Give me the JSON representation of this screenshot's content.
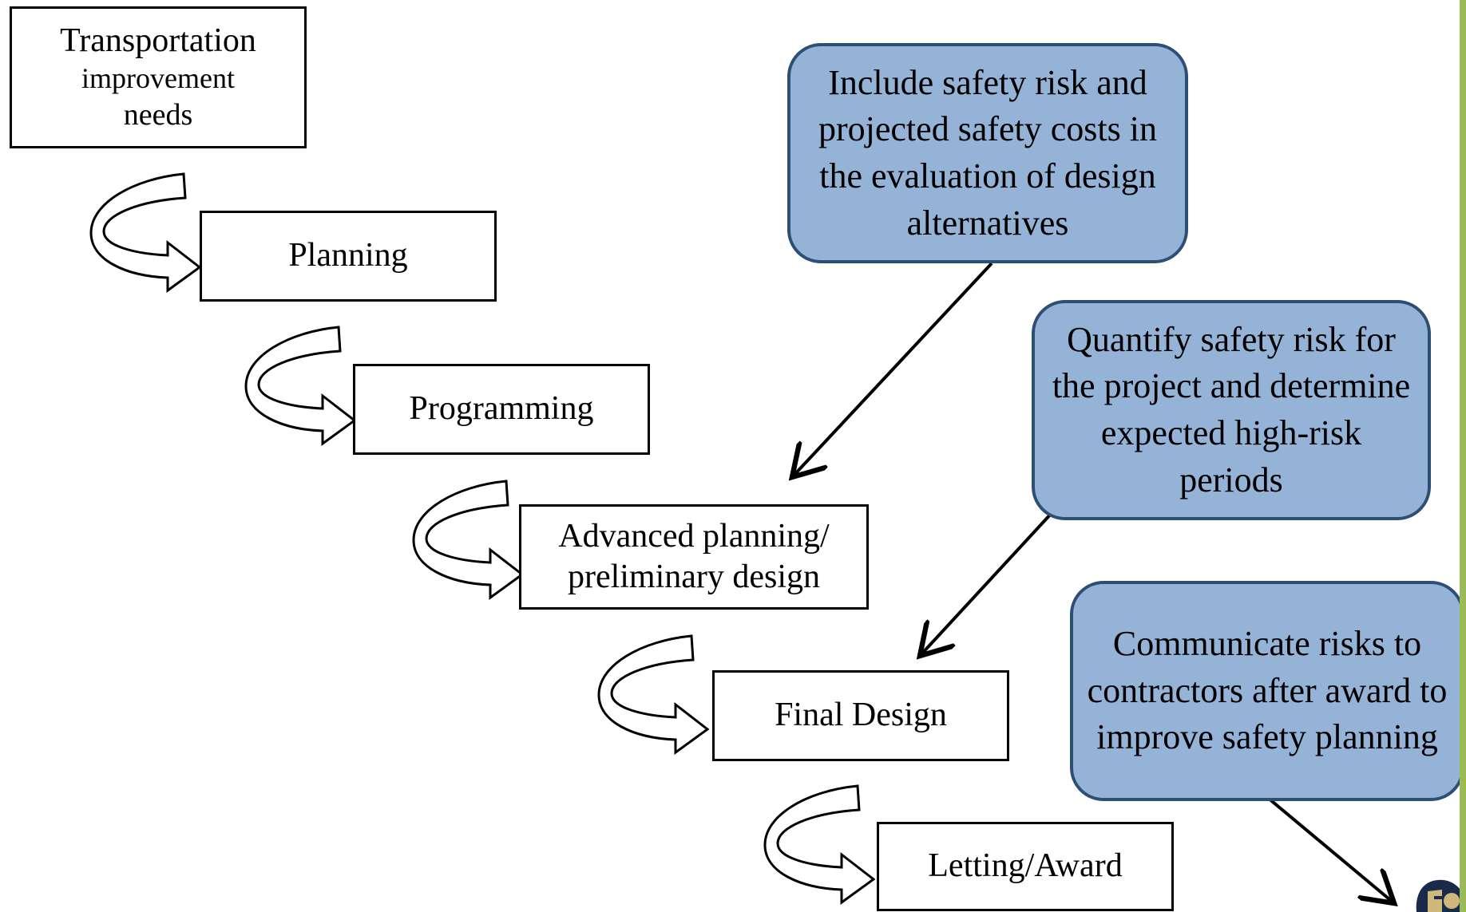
{
  "steps": [
    {
      "lines": [
        "Transportation",
        "improvement",
        "needs"
      ]
    },
    {
      "lines": [
        "Planning"
      ]
    },
    {
      "lines": [
        "Programming"
      ]
    },
    {
      "lines": [
        "Advanced planning/",
        "preliminary design"
      ]
    },
    {
      "lines": [
        "Final Design"
      ]
    },
    {
      "lines": [
        "Letting/Award"
      ]
    }
  ],
  "notes": [
    {
      "text": "Include safety risk and projected safety costs in the evaluation of design alternatives",
      "points_to": "Advanced planning/ preliminary design"
    },
    {
      "text": "Quantify safety risk for the project and determine expected high-risk periods",
      "points_to": "Final Design"
    },
    {
      "text": "Communicate risks to contractors after award to improve safety planning",
      "points_to": "logo"
    }
  ],
  "colors": {
    "note_fill": "#95b3d7",
    "note_border": "#2d4f73",
    "side_bar": "#9bbb59",
    "logo_gold": "#cfb87c",
    "logo_dark": "#1a2a4a"
  },
  "icons": [
    "curved-arrow-icon",
    "pointer-arrow-icon",
    "university-logo"
  ]
}
